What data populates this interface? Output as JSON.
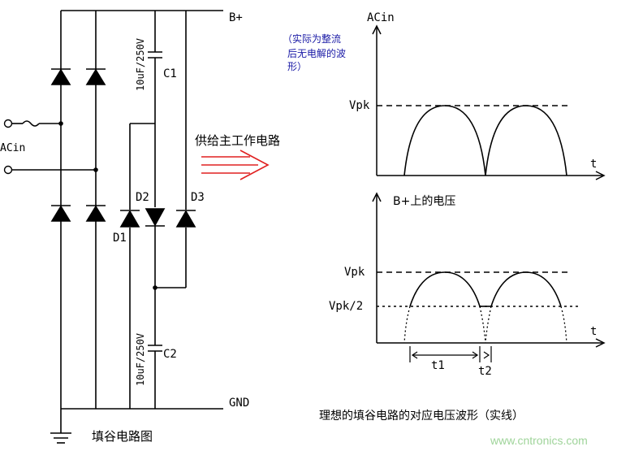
{
  "circuit": {
    "b_plus": "B+",
    "gnd": "GND",
    "acin": "ACin",
    "c1_value": "10uF/250V",
    "c1_label": "C1",
    "c2_value": "10uF/250V",
    "c2_label": "C2",
    "d1": "D1",
    "d2": "D2",
    "d3": "D3",
    "supply_label": "供给主工作电路",
    "caption": "填谷电路图"
  },
  "top_graph": {
    "title": "ACin",
    "note_line1": "（实际为整流",
    "note_line2": "后无电解的波",
    "note_line3": "形）",
    "vpk": "Vpk",
    "t_axis": "t"
  },
  "bottom_graph": {
    "title": "B+上的电压",
    "vpk": "Vpk",
    "vpk_half": "Vpk/2",
    "t_axis": "t",
    "t1": "t1",
    "t2": "t2"
  },
  "caption_right": "理想的填谷电路的对应电压波形（实线）",
  "watermark": "www.cntronics.com",
  "colors": {
    "line": "#000000",
    "arrow": "#e02020",
    "note": "#1a1aa6",
    "watermark": "#9fd49a"
  }
}
